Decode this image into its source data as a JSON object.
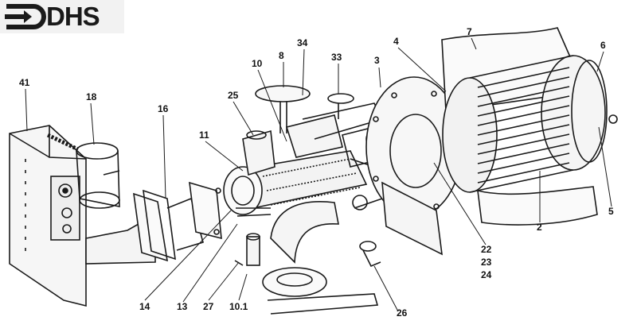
{
  "brand": {
    "name": "DHS",
    "logo_icon": "arrow-in-bracket-icon"
  },
  "callouts": [
    "41",
    "18",
    "16",
    "25",
    "11",
    "10",
    "8",
    "34",
    "33",
    "3",
    "4",
    "7",
    "6",
    "5",
    "2",
    "14",
    "13",
    "27",
    "10.1",
    "26",
    "22",
    "23",
    "24"
  ]
}
